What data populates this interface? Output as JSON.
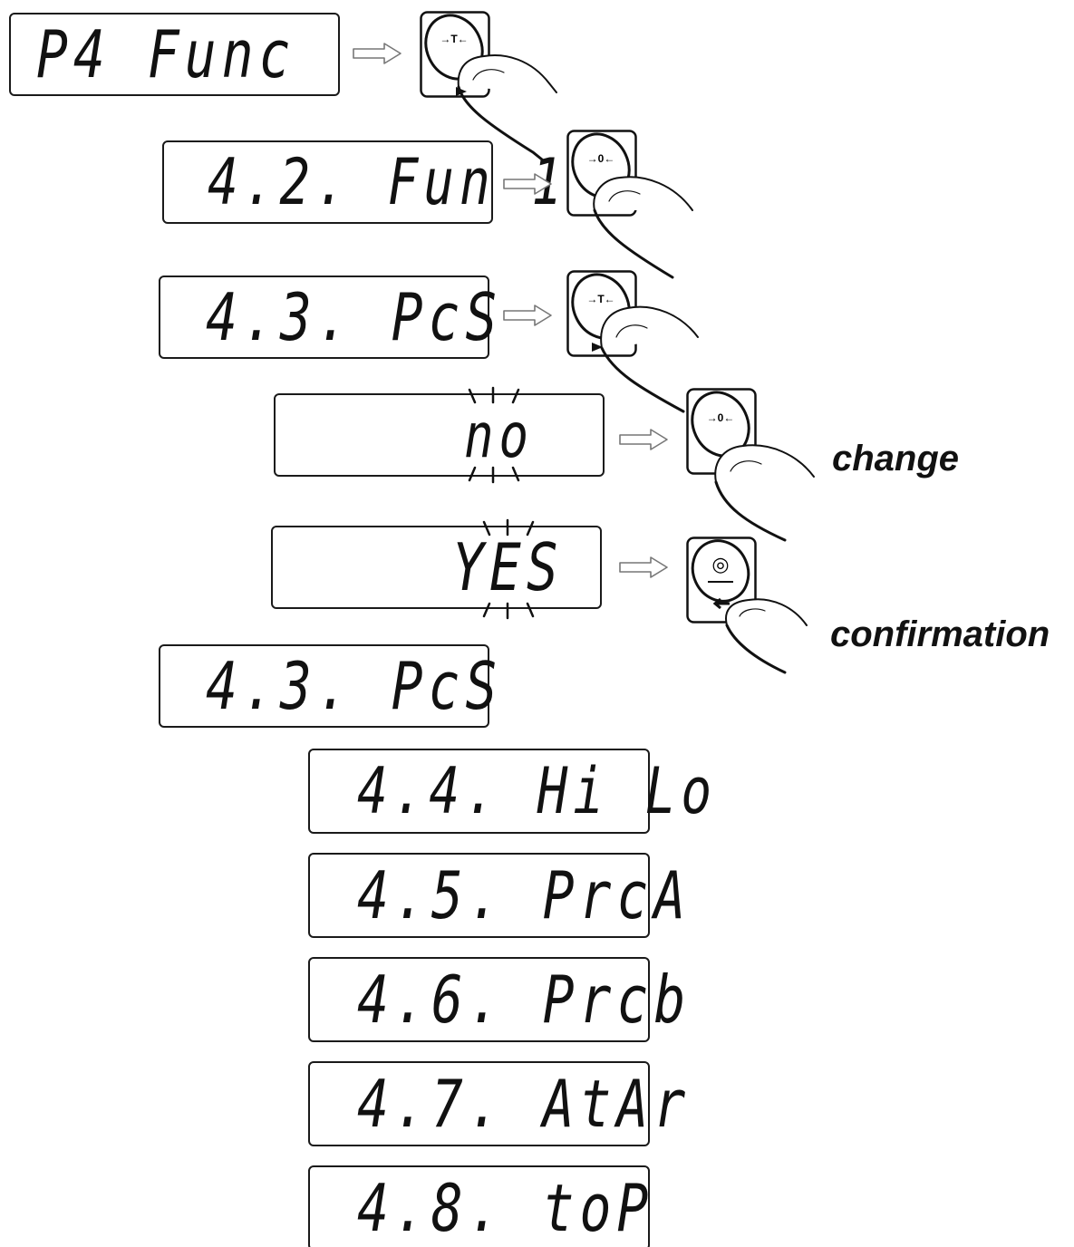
{
  "displays": {
    "p4_func": "P4 Func",
    "fun1": "4.2. Fun 1",
    "pcs": "4.3. PcS",
    "no": "no",
    "yes": "YES",
    "pcs_after": "4.3. PcS",
    "hilo": "4.4. Hi Lo",
    "prca": "4.5. PrcA",
    "prcb": "4.6. Prcb",
    "atar": "4.7. AtAr",
    "top": "4.8. toP"
  },
  "keys": {
    "tare_symbol": "→T←",
    "zero_symbol": "→0←",
    "print_symbol": "◎"
  },
  "labels": {
    "change": "change",
    "confirmation": "confirmation"
  },
  "icons": {
    "arrow": "hollow-right-arrow-icon",
    "finger": "finger-press-icon"
  },
  "colors": {
    "ink": "#111111",
    "background": "#ffffff"
  }
}
